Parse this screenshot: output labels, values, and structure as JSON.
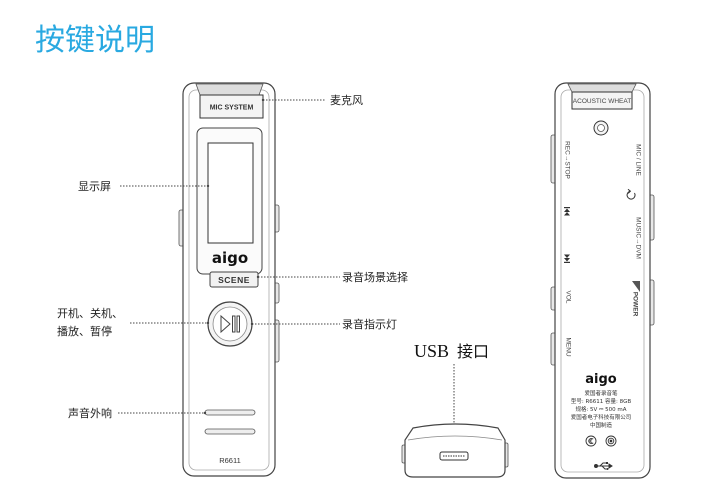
{
  "title": "按键说明",
  "colors": {
    "title": "#29a9e1",
    "line": "#444444"
  },
  "front": {
    "mic_label": "MIC SYSTEM",
    "logo": "aigo",
    "scene_label": "SCENE",
    "model": "R6611"
  },
  "callouts": {
    "mic": "麦克风",
    "display": "显示屏",
    "scene": "录音场景选择",
    "power_line1": "开机、关机、",
    "power_line2": "播放、暂停",
    "indicator": "录音指示灯",
    "speaker": "声音外响",
    "usb_en": "USB",
    "usb_cn": "接口"
  },
  "back": {
    "cap_label": "ACOUSTIC WHEAT",
    "rec_stop": "REC→STOP",
    "mic_line": "MIC / LINE",
    "music_dvm": "MUSIC→DVM",
    "power": "POWER",
    "vol": "VOL",
    "menu": "MENU",
    "logo": "aigo",
    "label_lines": [
      "爱国者录音笔",
      "型号: R6611  容量: 8GB",
      "规格: 5V ⎓ 500 mA",
      "爱国者电子科技有限公司",
      "中国制造"
    ]
  },
  "icons": {
    "play_pause": "play-pause-icon",
    "repeat": "repeat-icon",
    "previous": "previous-track-icon",
    "next": "next-track-icon",
    "usb": "usb-icon",
    "ccc": "ccc-certification-icon",
    "environmental": "environmental-mark-icon"
  }
}
